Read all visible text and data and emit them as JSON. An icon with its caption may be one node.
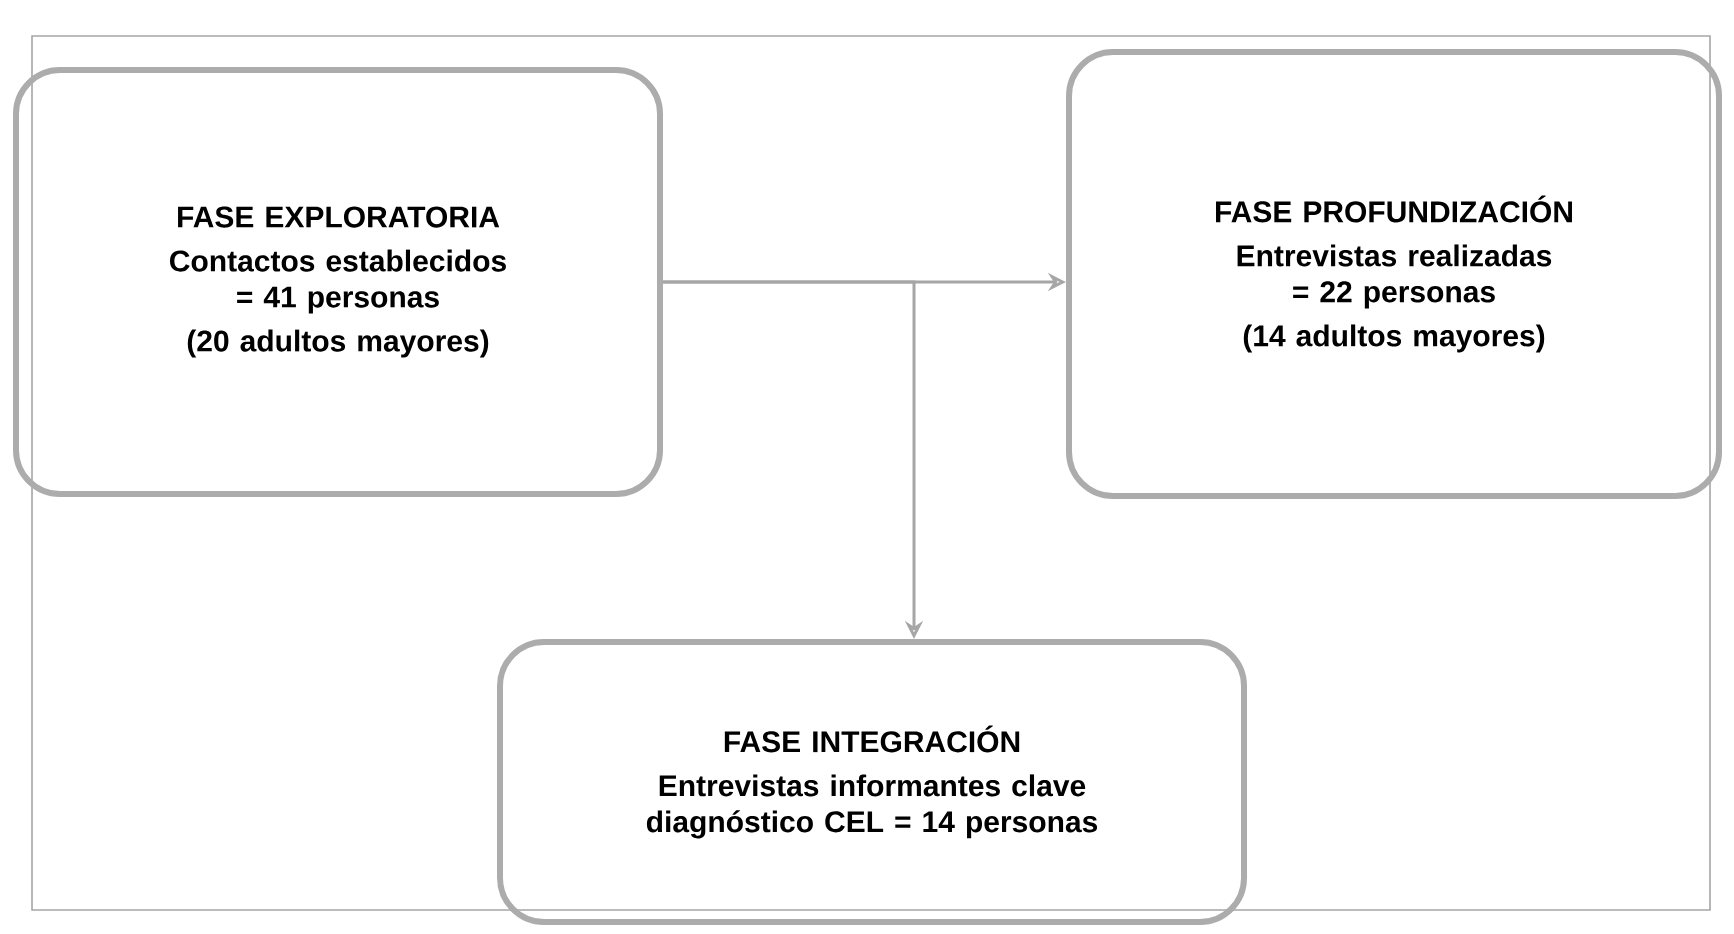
{
  "diagram": {
    "nodes": [
      {
        "text": [
          "FASE EXPLORATORIA",
          "Contactos establecidos = 41 personas",
          "(20 adultos mayores)"
        ]
      },
      {
        "text": [
          "FASE PROFUNDIZACIÓN",
          "Entrevistas realizadas = 22 personas",
          "(14 adultos mayores)"
        ]
      },
      {
        "text": [
          "FASE INTEGRACIÓN",
          "Entrevistas informantes clave diagnóstico CEL = 14 personas"
        ]
      }
    ],
    "edges": [
      {
        "from": 0,
        "to": 1,
        "arrow": "to"
      },
      {
        "from": 0,
        "to": 2,
        "arrow": "to"
      }
    ]
  }
}
